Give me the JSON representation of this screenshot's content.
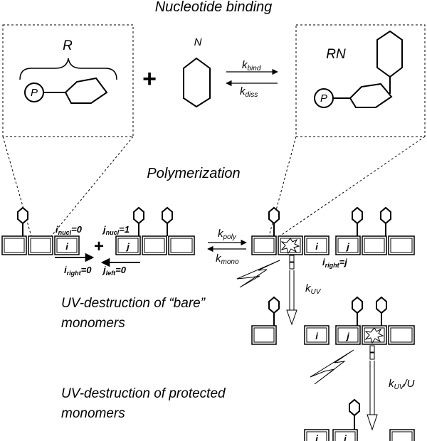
{
  "nucleotide_binding": {
    "title": "Nucleotide binding",
    "left_label": "R",
    "phosphate": "P",
    "plus": "+",
    "middle_label": "N",
    "right_label": "RN",
    "k_bind": "k",
    "k_bind_sub": "bind",
    "k_diss": "k",
    "k_diss_sub": "diss"
  },
  "polymerization": {
    "title": "Polymerization",
    "i": "i",
    "j": "j",
    "plus": "+",
    "i_nucl": "i",
    "i_nucl_sub": "nucl",
    "i_nucl_val": "=0",
    "j_nucl": "j",
    "j_nucl_sub": "nucl",
    "j_nucl_val": "=1",
    "i_right": "i",
    "i_right_sub": "right",
    "i_right_val": "=0",
    "j_left": "j",
    "j_left_sub": "left",
    "j_left_val": "=0",
    "k_poly": "k",
    "k_poly_sub": "poly",
    "k_mono": "k",
    "k_mono_sub": "mono",
    "i_right_result": "i",
    "i_right_result_sub": "right",
    "i_right_result_val": "=j"
  },
  "uv_bare": {
    "line1": "UV-destruction of “bare”",
    "line2": "monomers",
    "k": "k",
    "k_sub": "UV"
  },
  "uv_protected": {
    "line1": "UV-destruction of protected",
    "line2": "monomers",
    "k": "k",
    "k_sub": "UV",
    "k_suffix": "/U"
  }
}
